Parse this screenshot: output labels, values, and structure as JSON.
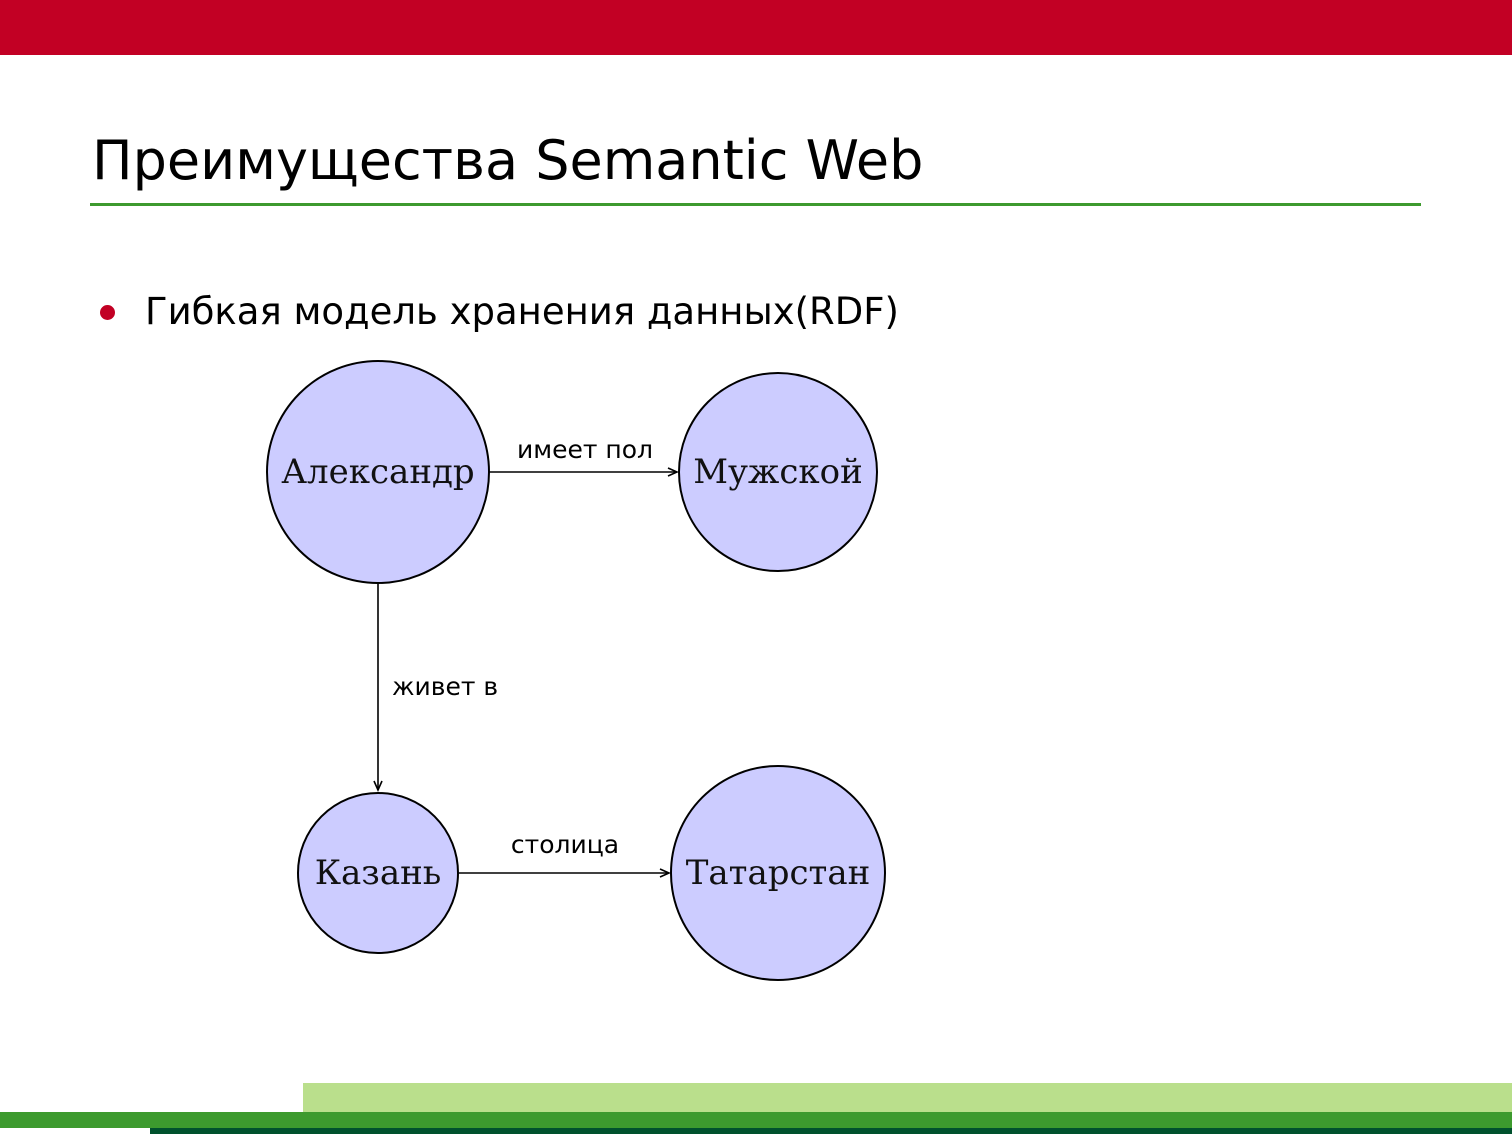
{
  "slide": {
    "title": "Преимущества Semantic Web",
    "bullets": [
      {
        "text": "Гибкая модель хранения данных(RDF)"
      }
    ]
  },
  "graph": {
    "nodes": [
      {
        "id": "alexander",
        "label": "Александр"
      },
      {
        "id": "male",
        "label": "Мужской"
      },
      {
        "id": "kazan",
        "label": "Казань"
      },
      {
        "id": "tatarstan",
        "label": "Татарстан"
      }
    ],
    "edges": [
      {
        "from": "alexander",
        "to": "male",
        "label": "имеет пол"
      },
      {
        "from": "alexander",
        "to": "kazan",
        "label": "живет в"
      },
      {
        "from": "kazan",
        "to": "tatarstan",
        "label": "столица"
      }
    ]
  },
  "colors": {
    "top_band": "#c20024",
    "title_rule": "#3d9a2e",
    "bullet": "#c20024",
    "node_fill": "#ccccff",
    "footer_light": "#badf8c",
    "footer_green": "#3d9a2e",
    "footer_dark": "#00512d"
  }
}
